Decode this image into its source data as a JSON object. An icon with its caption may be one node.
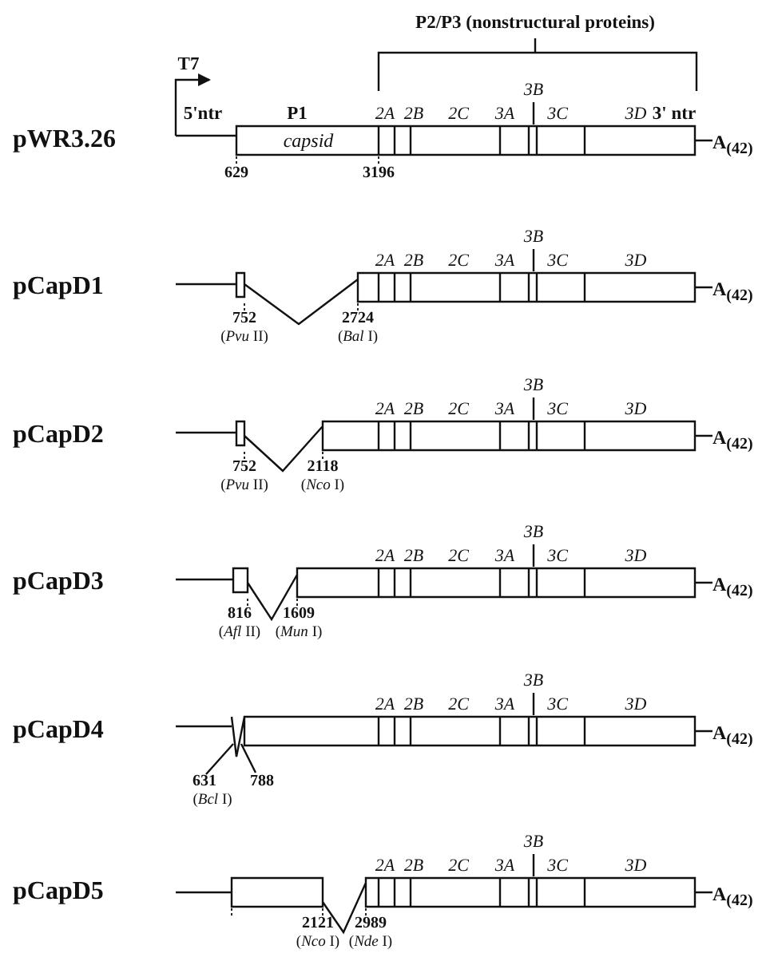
{
  "diagram": {
    "labels": [
      "P2/P3 (nonstructural proteins)",
      "T7",
      "pWR3.26",
      "5'ntr",
      "P1",
      "2A",
      "2B",
      "2C",
      "3A",
      "3B",
      "3C",
      "3D",
      "3' ntr",
      "capsid",
      "A$_{(42)}$",
      "629",
      "3196",
      "pCapD1",
      "2A",
      "2B",
      "2C",
      "3A",
      "3B",
      "3C",
      "3D",
      "A$_{(42)}$",
      "752",
      "2724",
      "(*Pvu* II)",
      "(*Bal* I)",
      "pCapD2",
      "2A",
      "2B",
      "2C",
      "3A",
      "3B",
      "3C",
      "3D",
      "A$_{(42)}$",
      "752",
      "2118",
      "(*Pvu* II)",
      "(*Nco* I)",
      "pCapD3",
      "2A",
      "2B",
      "2C",
      "3A",
      "3B",
      "3C",
      "3D",
      "A$_{(42)}$",
      "816",
      "1609",
      "(*Afl* II)",
      "(*Mun* I)",
      "pCapD4",
      "2A",
      "2B",
      "2C",
      "3A",
      "3B",
      "3C",
      "3D",
      "A$_{(42)}$",
      "631",
      "788",
      "(*Bcl* I)",
      "pCapD5",
      "2A",
      "2B",
      "2C",
      "3A",
      "3B",
      "3C",
      "3D",
      "A$_{(42)}$",
      "2121",
      "2989",
      "(*Nco* I)",
      "(*Nde* I)"
    ]
  }
}
